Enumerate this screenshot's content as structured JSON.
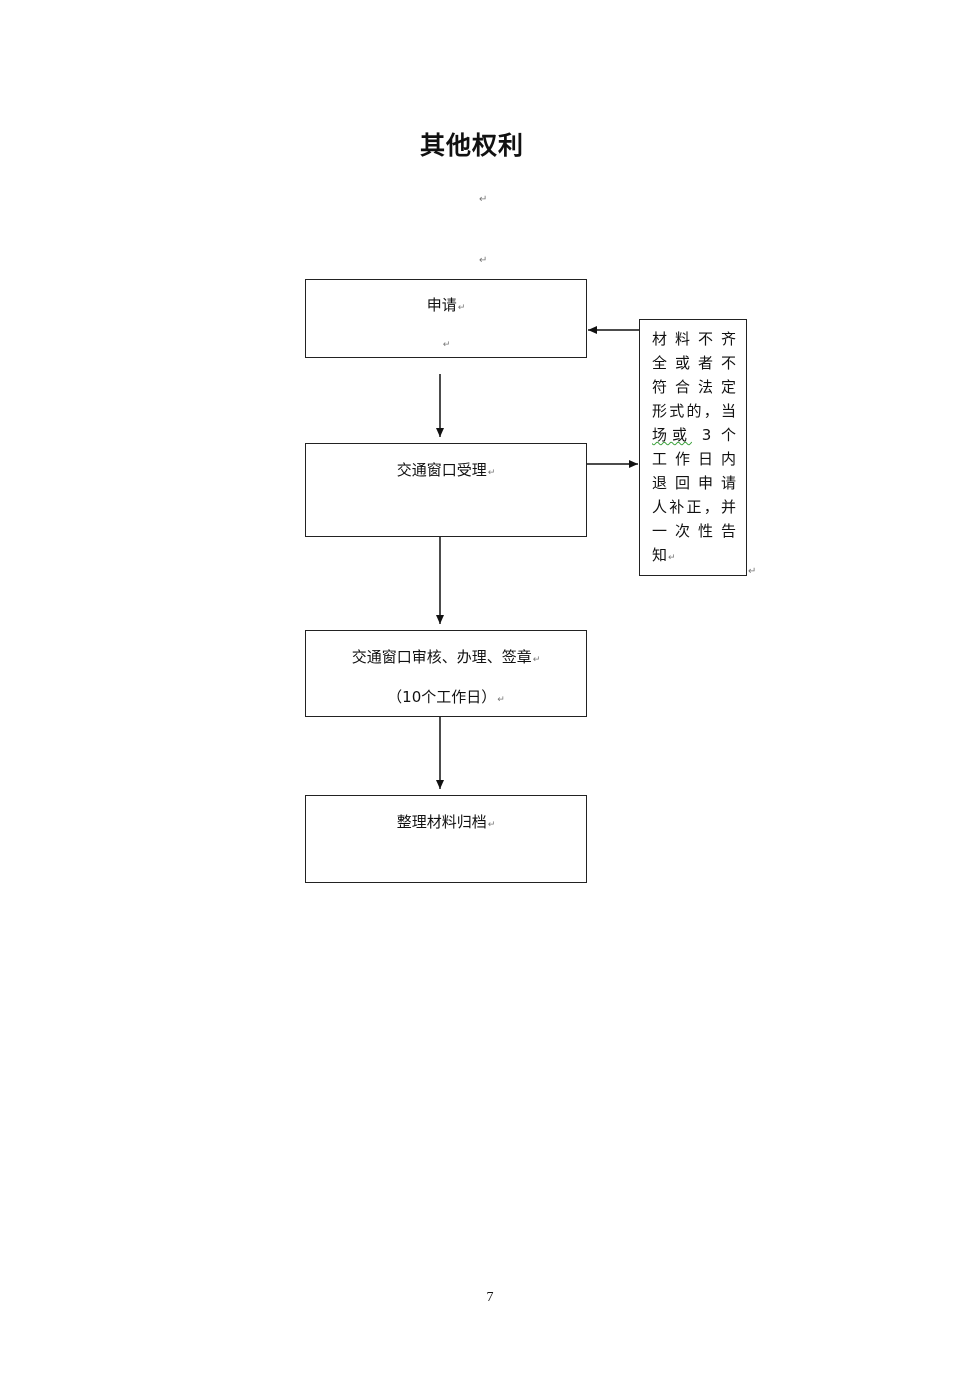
{
  "page": {
    "title": "其他权利",
    "page_number": "7",
    "paragraph_mark": "↵"
  },
  "flow": {
    "steps": [
      {
        "label": "申请"
      },
      {
        "label": "交通窗口受理"
      },
      {
        "label": "交通窗口审核、办理、签章",
        "sub_label": "（10个工作日）"
      },
      {
        "label": "整理材料归档"
      }
    ],
    "side_note": {
      "lines": [
        "材料不齐",
        "全或者不",
        "符合法定",
        "形式的，当",
        "场或 3 个",
        "工作日内",
        "退回申请",
        "人补正，并",
        "一次性告",
        "知"
      ]
    }
  }
}
